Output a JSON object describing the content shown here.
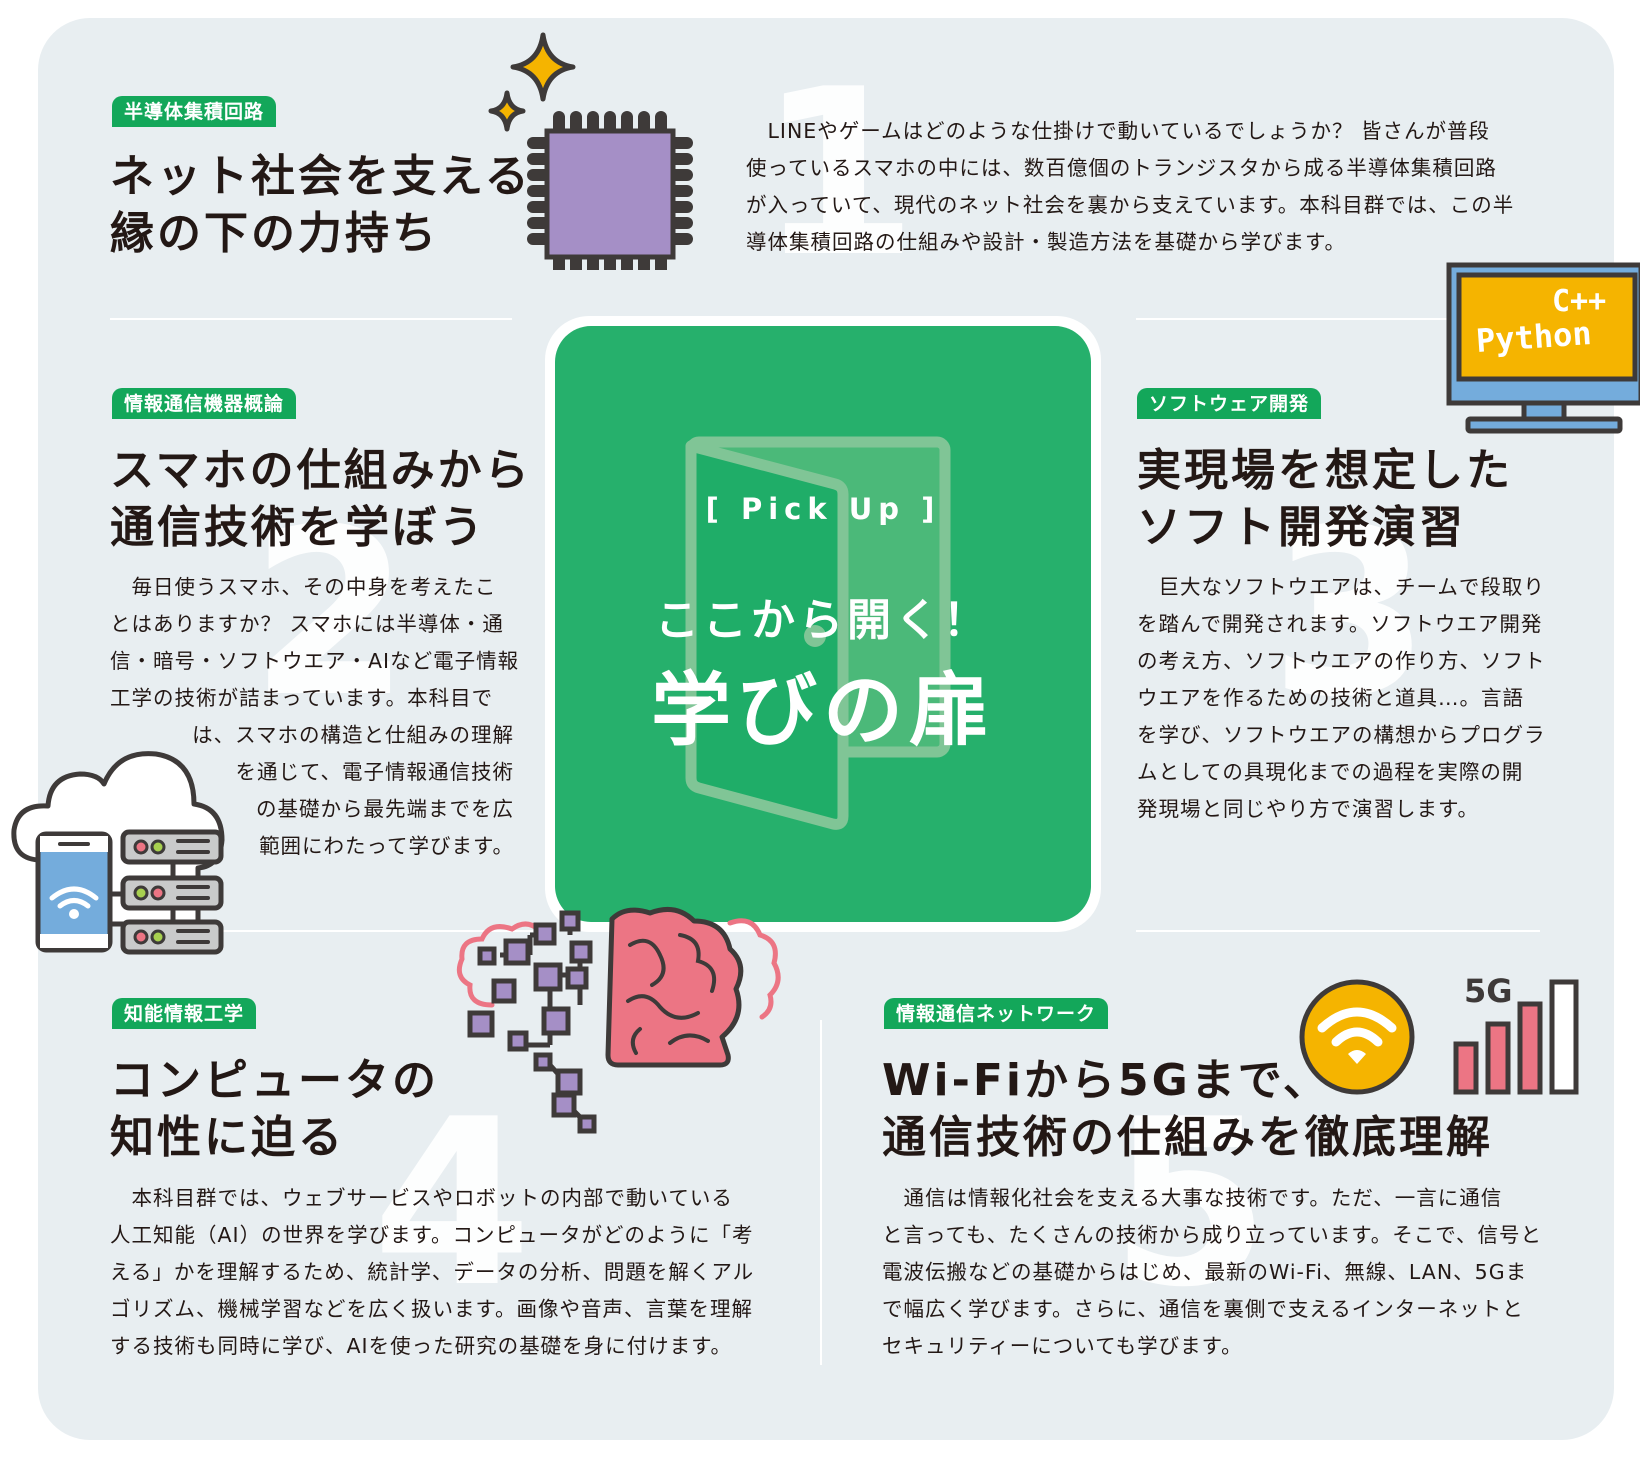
{
  "sections": [
    {
      "number": "1",
      "tag": "半導体集積回路",
      "title_lines": [
        "ネット社会を支える",
        "縁の下の力持ち"
      ],
      "body_lines": [
        "　LINEやゲームはどのような仕掛けで動いているでしょうか？ 皆さんが普段",
        "使っているスマホの中には、数百億個のトランジスタから成る半導体集積回路",
        "が入っていて、現代のネット社会を裏から支えています。本科目群では、この半",
        "導体集積回路の仕組みや設計・製造方法を基礎から学びます。"
      ],
      "icon": "microchip-icon"
    },
    {
      "number": "2",
      "tag": "情報通信機器概論",
      "title_lines": [
        "スマホの仕組みから",
        "通信技術を学ぼう"
      ],
      "body_lines": [
        "　毎日使うスマホ、その中身を考えたこ",
        "とはありますか？ スマホには半導体・通",
        "信・暗号・ソフトウエア・AIなど電子情報",
        "工学の技術が詰まっています。本科目で",
        "は、スマホの構造と仕組みの理解",
        "を通じて、電子情報通信技術",
        "の基礎から最先端までを広",
        "範囲にわたって学びます。"
      ],
      "icon": "cloud-phone-server-icon"
    },
    {
      "number": "3",
      "tag": "ソフトウェア開発",
      "title_lines": [
        "実現場を想定した",
        "ソフト開発演習"
      ],
      "body_lines": [
        "　巨大なソフトウエアは、チームで段取り",
        "を踏んで開発されます。ソフトウエア開発",
        "の考え方、ソフトウエアの作り方、ソフト",
        "ウエアを作るための技術と道具…。言語",
        "を学び、ソフトウエアの構想からプログラ",
        "ムとしての具現化までの過程を実際の開",
        "発現場と同じやり方で演習します。"
      ],
      "icon": "monitor-icon",
      "monitor_text": [
        "C++",
        "Python"
      ]
    },
    {
      "number": "4",
      "tag": "知能情報工学",
      "title_lines": [
        "コンピュータの",
        "知性に迫る"
      ],
      "body_lines": [
        "　本科目群では、ウェブサービスやロボットの内部で動いている",
        "人工知能（AI）の世界を学びます。コンピュータがどのように「考",
        "える」かを理解するため、統計学、データの分析、問題を解くアル",
        "ゴリズム、機械学習などを広く扱います。画像や音声、言葉を理解",
        "する技術も同時に学び、AIを使った研究の基礎を身に付けます。"
      ],
      "icon": "ai-brain-icon"
    },
    {
      "number": "5",
      "tag": "情報通信ネットワーク",
      "title_lines": [
        "Wi-Fiから5Gまで、",
        "通信技術の仕組みを徹底理解"
      ],
      "body_lines": [
        "　通信は情報化社会を支える大事な技術です。ただ、一言に通信",
        "と言っても、たくさんの技術から成り立っています。そこで、信号と",
        "電波伝搬などの基礎からはじめ、最新のWi-Fi、無線、LAN、5Gま",
        "で幅広く学びます。さらに、通信を裏側で支えるインターネットと",
        "セキュリティーについても学びます。"
      ],
      "icon": "wifi-5g-icon",
      "signal_label": "5G"
    }
  ],
  "pickup": {
    "label": "[ Pick Up ]",
    "subtitle": "ここから開く！",
    "title": "学びの扉",
    "icon": "door-icon"
  },
  "colors": {
    "background": "#e8eef1",
    "tag_green": "#13a75a",
    "pickup_green": "#26b06c",
    "text": "#231815",
    "chip_purple": "#a58fc6",
    "accent_yellow": "#f5b400",
    "accent_pink": "#ec7584",
    "screen_blue": "#74acdc"
  }
}
